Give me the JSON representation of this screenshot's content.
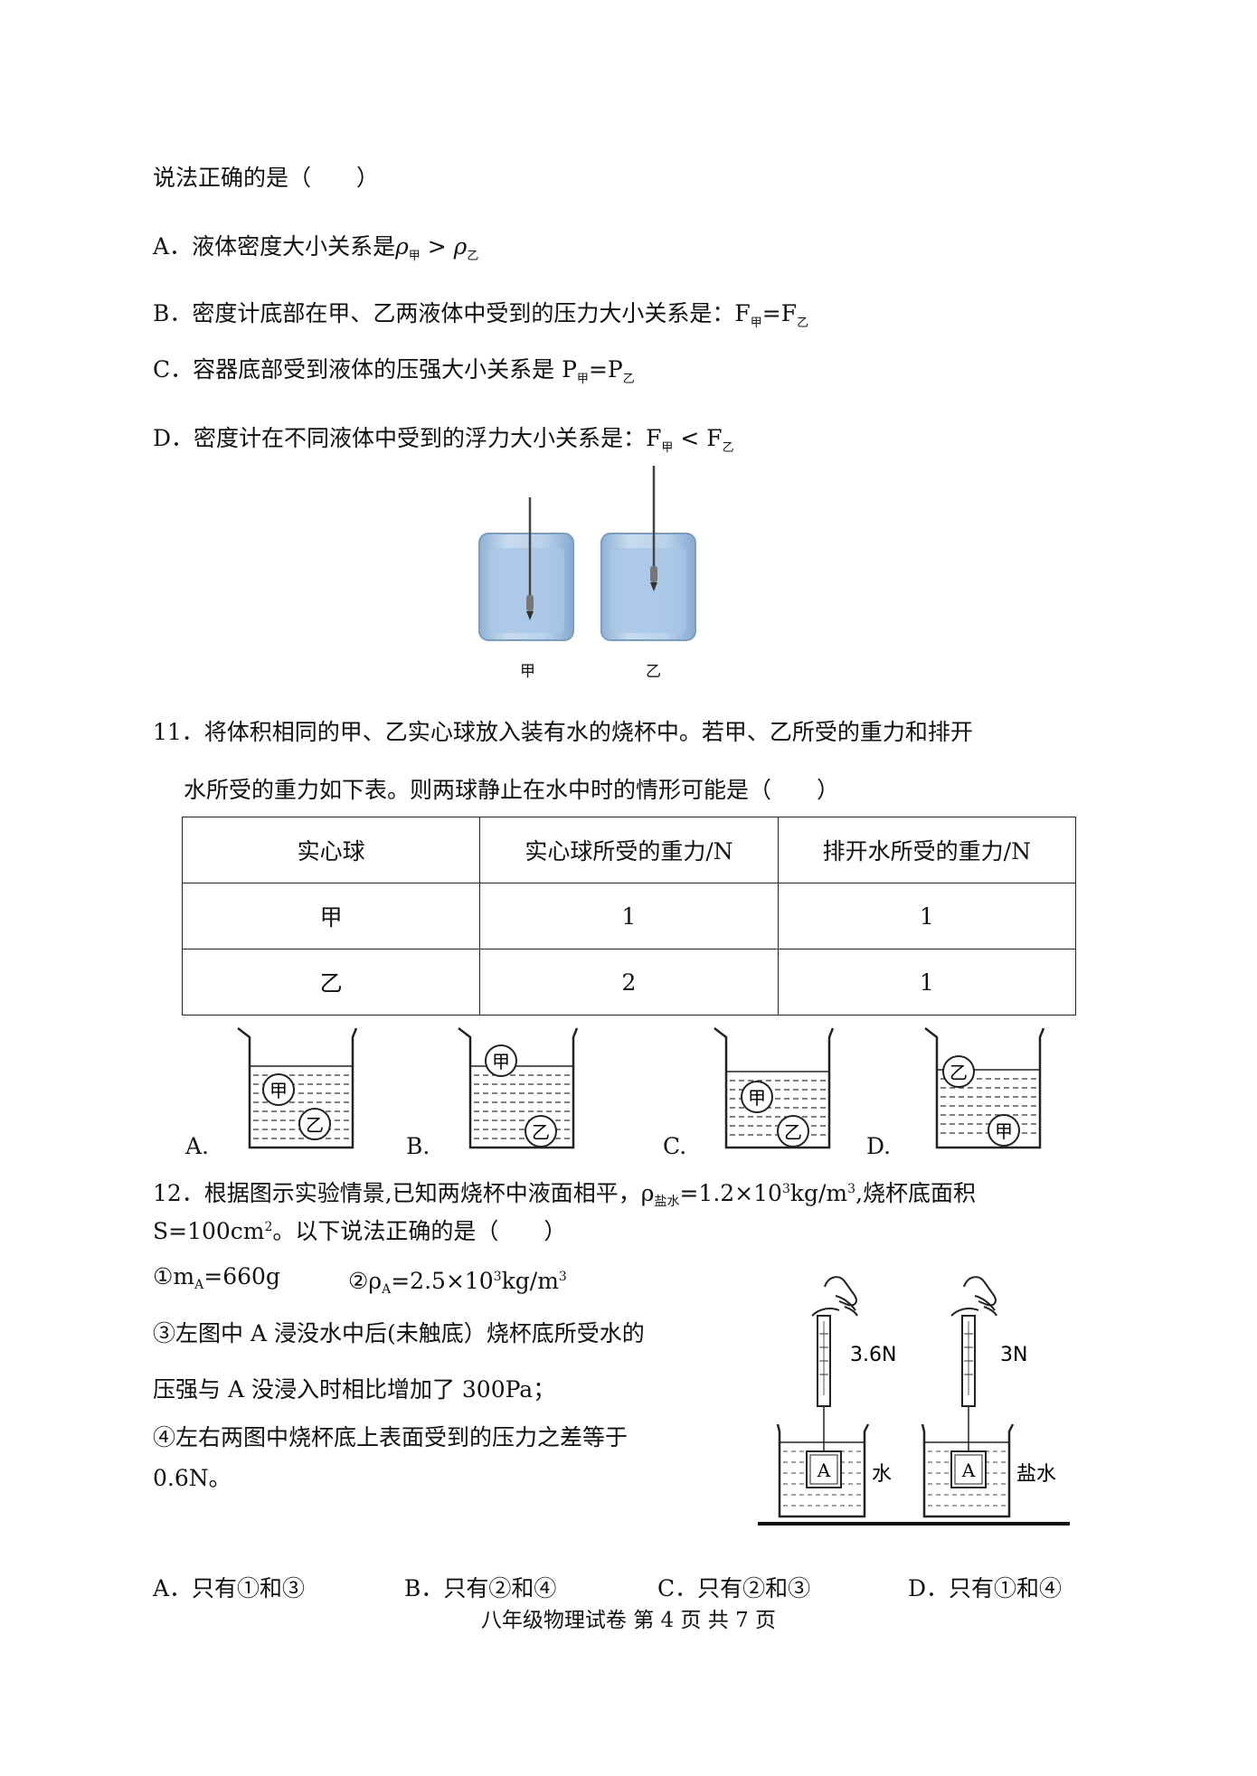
{
  "q10": {
    "stem": "说法正确的是（　　）",
    "A": {
      "label": "A．",
      "text": "液体密度大小关系是",
      "rho": "ρ",
      "s1": "甲",
      "op": " > ",
      "s2": "乙"
    },
    "B": {
      "label": "B．",
      "text": "密度计底部在甲、乙两液体中受到的压力大小关系是：",
      "F1": "F",
      "s1": "甲",
      "eq": "=F",
      "s2": "乙"
    },
    "C": {
      "label": "C．",
      "text": "容器底部受到液体的压强大小关系是 ",
      "P1": "P",
      "s1": "甲",
      "eq": "=P",
      "s2": "乙"
    },
    "D": {
      "label": "D．",
      "text": "密度计在不同液体中受到的浮力大小关系是：",
      "F1": "F",
      "s1": "甲",
      "op": " < F",
      "s2": "乙"
    },
    "fig_labels": [
      "甲",
      "乙"
    ]
  },
  "q11": {
    "line1": "11．将体积相同的甲、乙实心球放入装有水的烧杯中。若甲、乙所受的重力和排开",
    "line2": "水所受的重力如下表。则两球静止在水中时的情形可能是（　　）",
    "table": {
      "headers": [
        "实心球",
        "实心球所受的重力/N",
        "排开水所受的重力/N"
      ],
      "rows": [
        [
          "甲",
          "1",
          "1"
        ],
        [
          "乙",
          "2",
          "1"
        ]
      ]
    },
    "options": [
      "A.",
      "B.",
      "C.",
      "D."
    ],
    "ball1": "甲",
    "ball2": "乙"
  },
  "q12": {
    "line1_a": "12．根据图示实验情景,已知两烧杯中液面相平，",
    "rho": "ρ",
    "rho_sub": "盐水",
    "line1_b": "=1.2×10",
    "exp3": "3",
    "line1_c": "kg/m",
    "exp3b": "3",
    "line1_d": ",烧杯底面积",
    "line2_a": "S=100cm",
    "exp2": "2",
    "line2_b": "。以下说法正确的是（　　）",
    "item1_a": "①m",
    "item1_sub": "A",
    "item1_b": "=660g",
    "item2_a": "②ρ",
    "item2_sub": "A",
    "item2_b": "=2.5×10",
    "item2_exp": "3",
    "item2_c": "kg/m",
    "item2_exp2": "3",
    "item3_l1": "③左图中 A 浸没水中后(未触底）烧杯底所受水的",
    "item3_l2": "压强与 A 没浸入时相比增加了 300Pa；",
    "item4_l1": "④左右两图中烧杯底上表面受到的压力之差等于",
    "item4_l2": "0.6N。",
    "fig": {
      "left_reading": "3.6N",
      "right_reading": "3N",
      "block": "A",
      "left_liquid": "水",
      "right_liquid": "盐水"
    },
    "answers": {
      "A": "A．只有①和③",
      "B": "B．只有②和④",
      "C": "C．只有②和③",
      "D": "D．只有①和④"
    }
  },
  "footer": "八年级物理试卷 第 4 页 共 7 页"
}
